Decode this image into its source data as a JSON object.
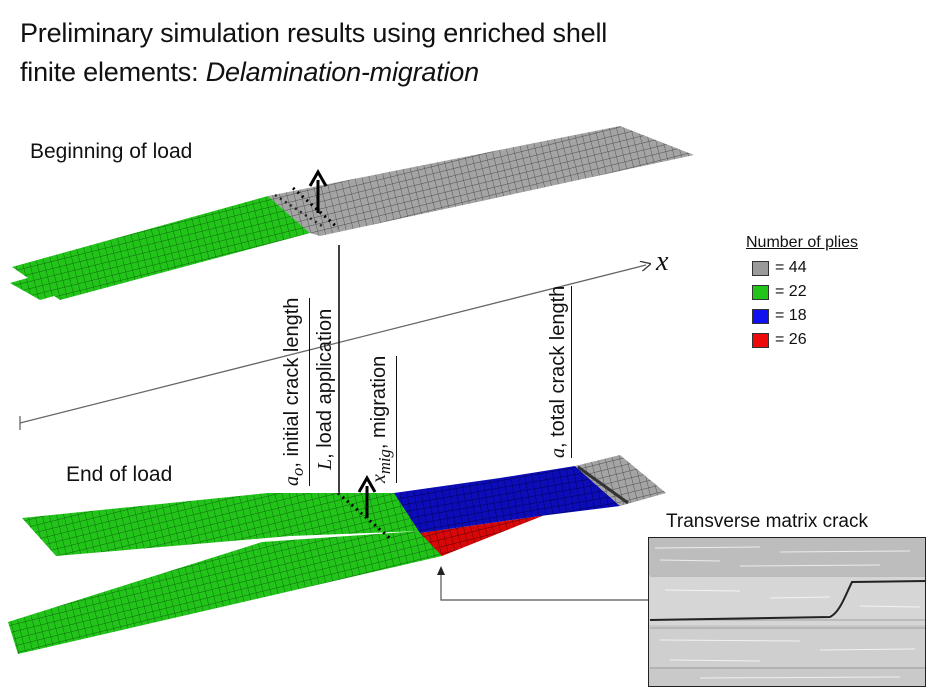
{
  "title": {
    "line1": "Preliminary simulation results using enriched shell",
    "line2_plain": "finite elements: ",
    "line2_italic": "Delamination-migration"
  },
  "labels": {
    "beginning": "Beginning of load",
    "end": "End of load",
    "x_axis": "x",
    "micrograph_title": "Transverse matrix crack"
  },
  "annotations": [
    {
      "symbol": "a",
      "sub": "o",
      "text": ", initial crack length"
    },
    {
      "symbol": "L",
      "sub": "",
      "text": ", load application"
    },
    {
      "symbol": "x",
      "sub": "mig",
      "text": ", migration"
    },
    {
      "symbol": "a",
      "sub": "",
      "text": ", total crack length"
    }
  ],
  "legend": {
    "title": "Number of plies",
    "items": [
      {
        "label": "= 44",
        "color": "#9a9a9a",
        "name": "gray"
      },
      {
        "label": "= 22",
        "color": "#22c41a",
        "name": "green"
      },
      {
        "label": "= 18",
        "color": "#1010d8",
        "name": "blue"
      },
      {
        "label": "= 26",
        "color": "#e00a0a",
        "name": "red"
      }
    ]
  },
  "colors": {
    "gray": "#9a9a9a",
    "green": "#22c41a",
    "blue": "#0c0cb8",
    "red": "#d80808"
  }
}
